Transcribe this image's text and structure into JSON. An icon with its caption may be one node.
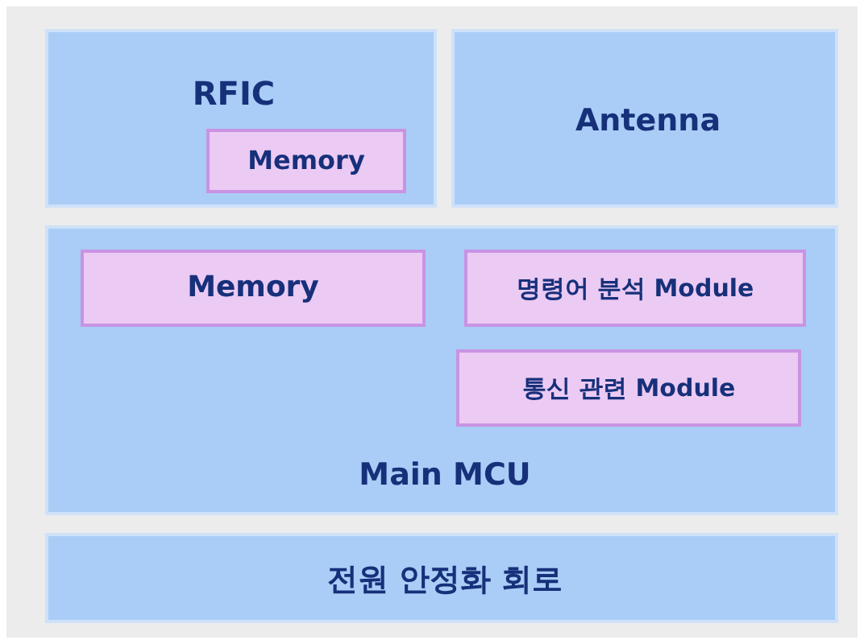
{
  "diagram": {
    "nodes": [
      {
        "text": [
          "RFIC"
        ]
      },
      {
        "text": [
          "Memory"
        ],
        "in": 0
      },
      {
        "text": [
          "Antenna"
        ]
      },
      {
        "text": [
          "Main MCU"
        ]
      },
      {
        "text": [
          "Memory"
        ],
        "in": 3
      },
      {
        "text": [
          "명령어 분석 Module"
        ],
        "in": 3
      },
      {
        "text": [
          "통신 관련 Module"
        ],
        "in": 3
      },
      {
        "text": [
          "전원 안정화 회로"
        ]
      }
    ]
  }
}
